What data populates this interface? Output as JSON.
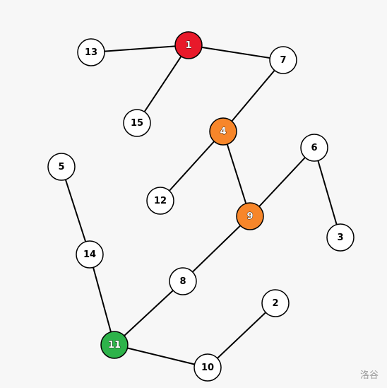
{
  "graph": {
    "nodes": [
      {
        "id": "1",
        "label": "1",
        "color": "#e8192a"
      },
      {
        "id": "2",
        "label": "2",
        "color": "#ffffff"
      },
      {
        "id": "3",
        "label": "3",
        "color": "#ffffff"
      },
      {
        "id": "4",
        "label": "4",
        "color": "#f7862a"
      },
      {
        "id": "5",
        "label": "5",
        "color": "#ffffff"
      },
      {
        "id": "6",
        "label": "6",
        "color": "#ffffff"
      },
      {
        "id": "7",
        "label": "7",
        "color": "#ffffff"
      },
      {
        "id": "8",
        "label": "8",
        "color": "#ffffff"
      },
      {
        "id": "9",
        "label": "9",
        "color": "#f7862a"
      },
      {
        "id": "10",
        "label": "10",
        "color": "#ffffff"
      },
      {
        "id": "11",
        "label": "11",
        "color": "#2db34a"
      },
      {
        "id": "12",
        "label": "12",
        "color": "#ffffff"
      },
      {
        "id": "13",
        "label": "13",
        "color": "#ffffff"
      },
      {
        "id": "14",
        "label": "14",
        "color": "#ffffff"
      },
      {
        "id": "15",
        "label": "15",
        "color": "#ffffff"
      }
    ],
    "edges": [
      [
        "13",
        "1"
      ],
      [
        "1",
        "7"
      ],
      [
        "1",
        "15"
      ],
      [
        "7",
        "4"
      ],
      [
        "4",
        "12"
      ],
      [
        "4",
        "9"
      ],
      [
        "6",
        "9"
      ],
      [
        "6",
        "3"
      ],
      [
        "9",
        "8"
      ],
      [
        "8",
        "11"
      ],
      [
        "5",
        "14"
      ],
      [
        "14",
        "11"
      ],
      [
        "11",
        "10"
      ],
      [
        "10",
        "2"
      ]
    ]
  },
  "watermark": "洛谷"
}
